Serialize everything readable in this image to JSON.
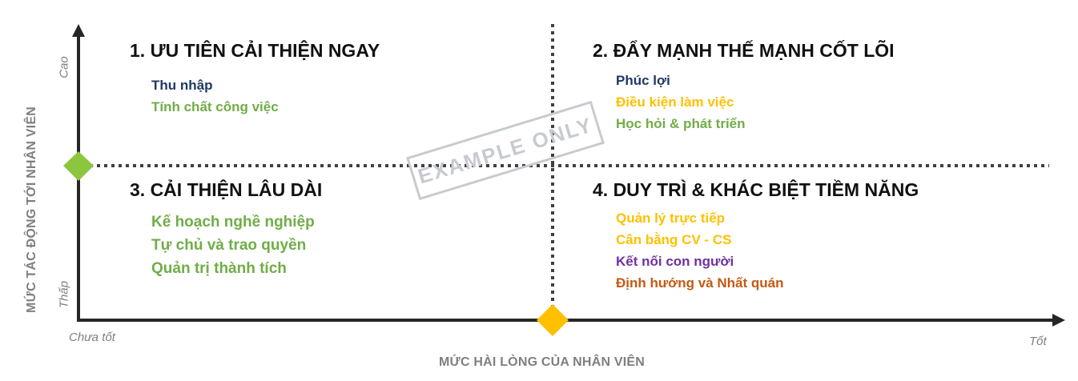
{
  "watermark": "EXAMPLE ONLY",
  "axes": {
    "y_title": "MỨC TÁC ĐỘNG TỚI NHÂN VIÊN",
    "y_high": "Cao",
    "y_low": "Thấp",
    "x_title": "MỨC HÀI LÒNG CỦA NHÂN VIÊN",
    "x_low": "Chưa tốt",
    "x_high": "Tốt"
  },
  "colors": {
    "navy": "#1f3864",
    "green": "#70ad47",
    "yellow": "#ffc000",
    "purple": "#7030a0",
    "orange": "#c55a11",
    "grey": "#7f7f7f"
  },
  "quadrants": [
    {
      "title": "1. ƯU TIÊN CẢI THIỆN NGAY",
      "items": [
        {
          "label": "Thu nhập",
          "color": "#1f3864"
        },
        {
          "label": "Tính chất công việc",
          "color": "#70ad47"
        }
      ]
    },
    {
      "title": "2. ĐẨY MẠNH THẾ MẠNH CỐT LÕI",
      "items": [
        {
          "label": "Phúc lợi",
          "color": "#1f3864"
        },
        {
          "label": "Điều kiện làm việc",
          "color": "#ffc000"
        },
        {
          "label": "Học hỏi & phát triển",
          "color": "#70ad47"
        }
      ]
    },
    {
      "title": "3. CẢI THIỆN LÂU DÀI",
      "items": [
        {
          "label": "Kế hoạch nghề nghiệp",
          "color": "#70ad47"
        },
        {
          "label": "Tự chủ và trao quyền",
          "color": "#70ad47"
        },
        {
          "label": "Quản trị thành tích",
          "color": "#70ad47"
        }
      ]
    },
    {
      "title": "4. DUY TRÌ & KHÁC BIỆT TIỀM NĂNG",
      "items": [
        {
          "label": "Quản lý trực tiếp",
          "color": "#ffc000"
        },
        {
          "label": "Cân bằng CV - CS",
          "color": "#ffc000"
        },
        {
          "label": "Kết nối con người",
          "color": "#7030a0"
        },
        {
          "label": "Định hướng và Nhất quán",
          "color": "#c55a11"
        }
      ]
    }
  ]
}
